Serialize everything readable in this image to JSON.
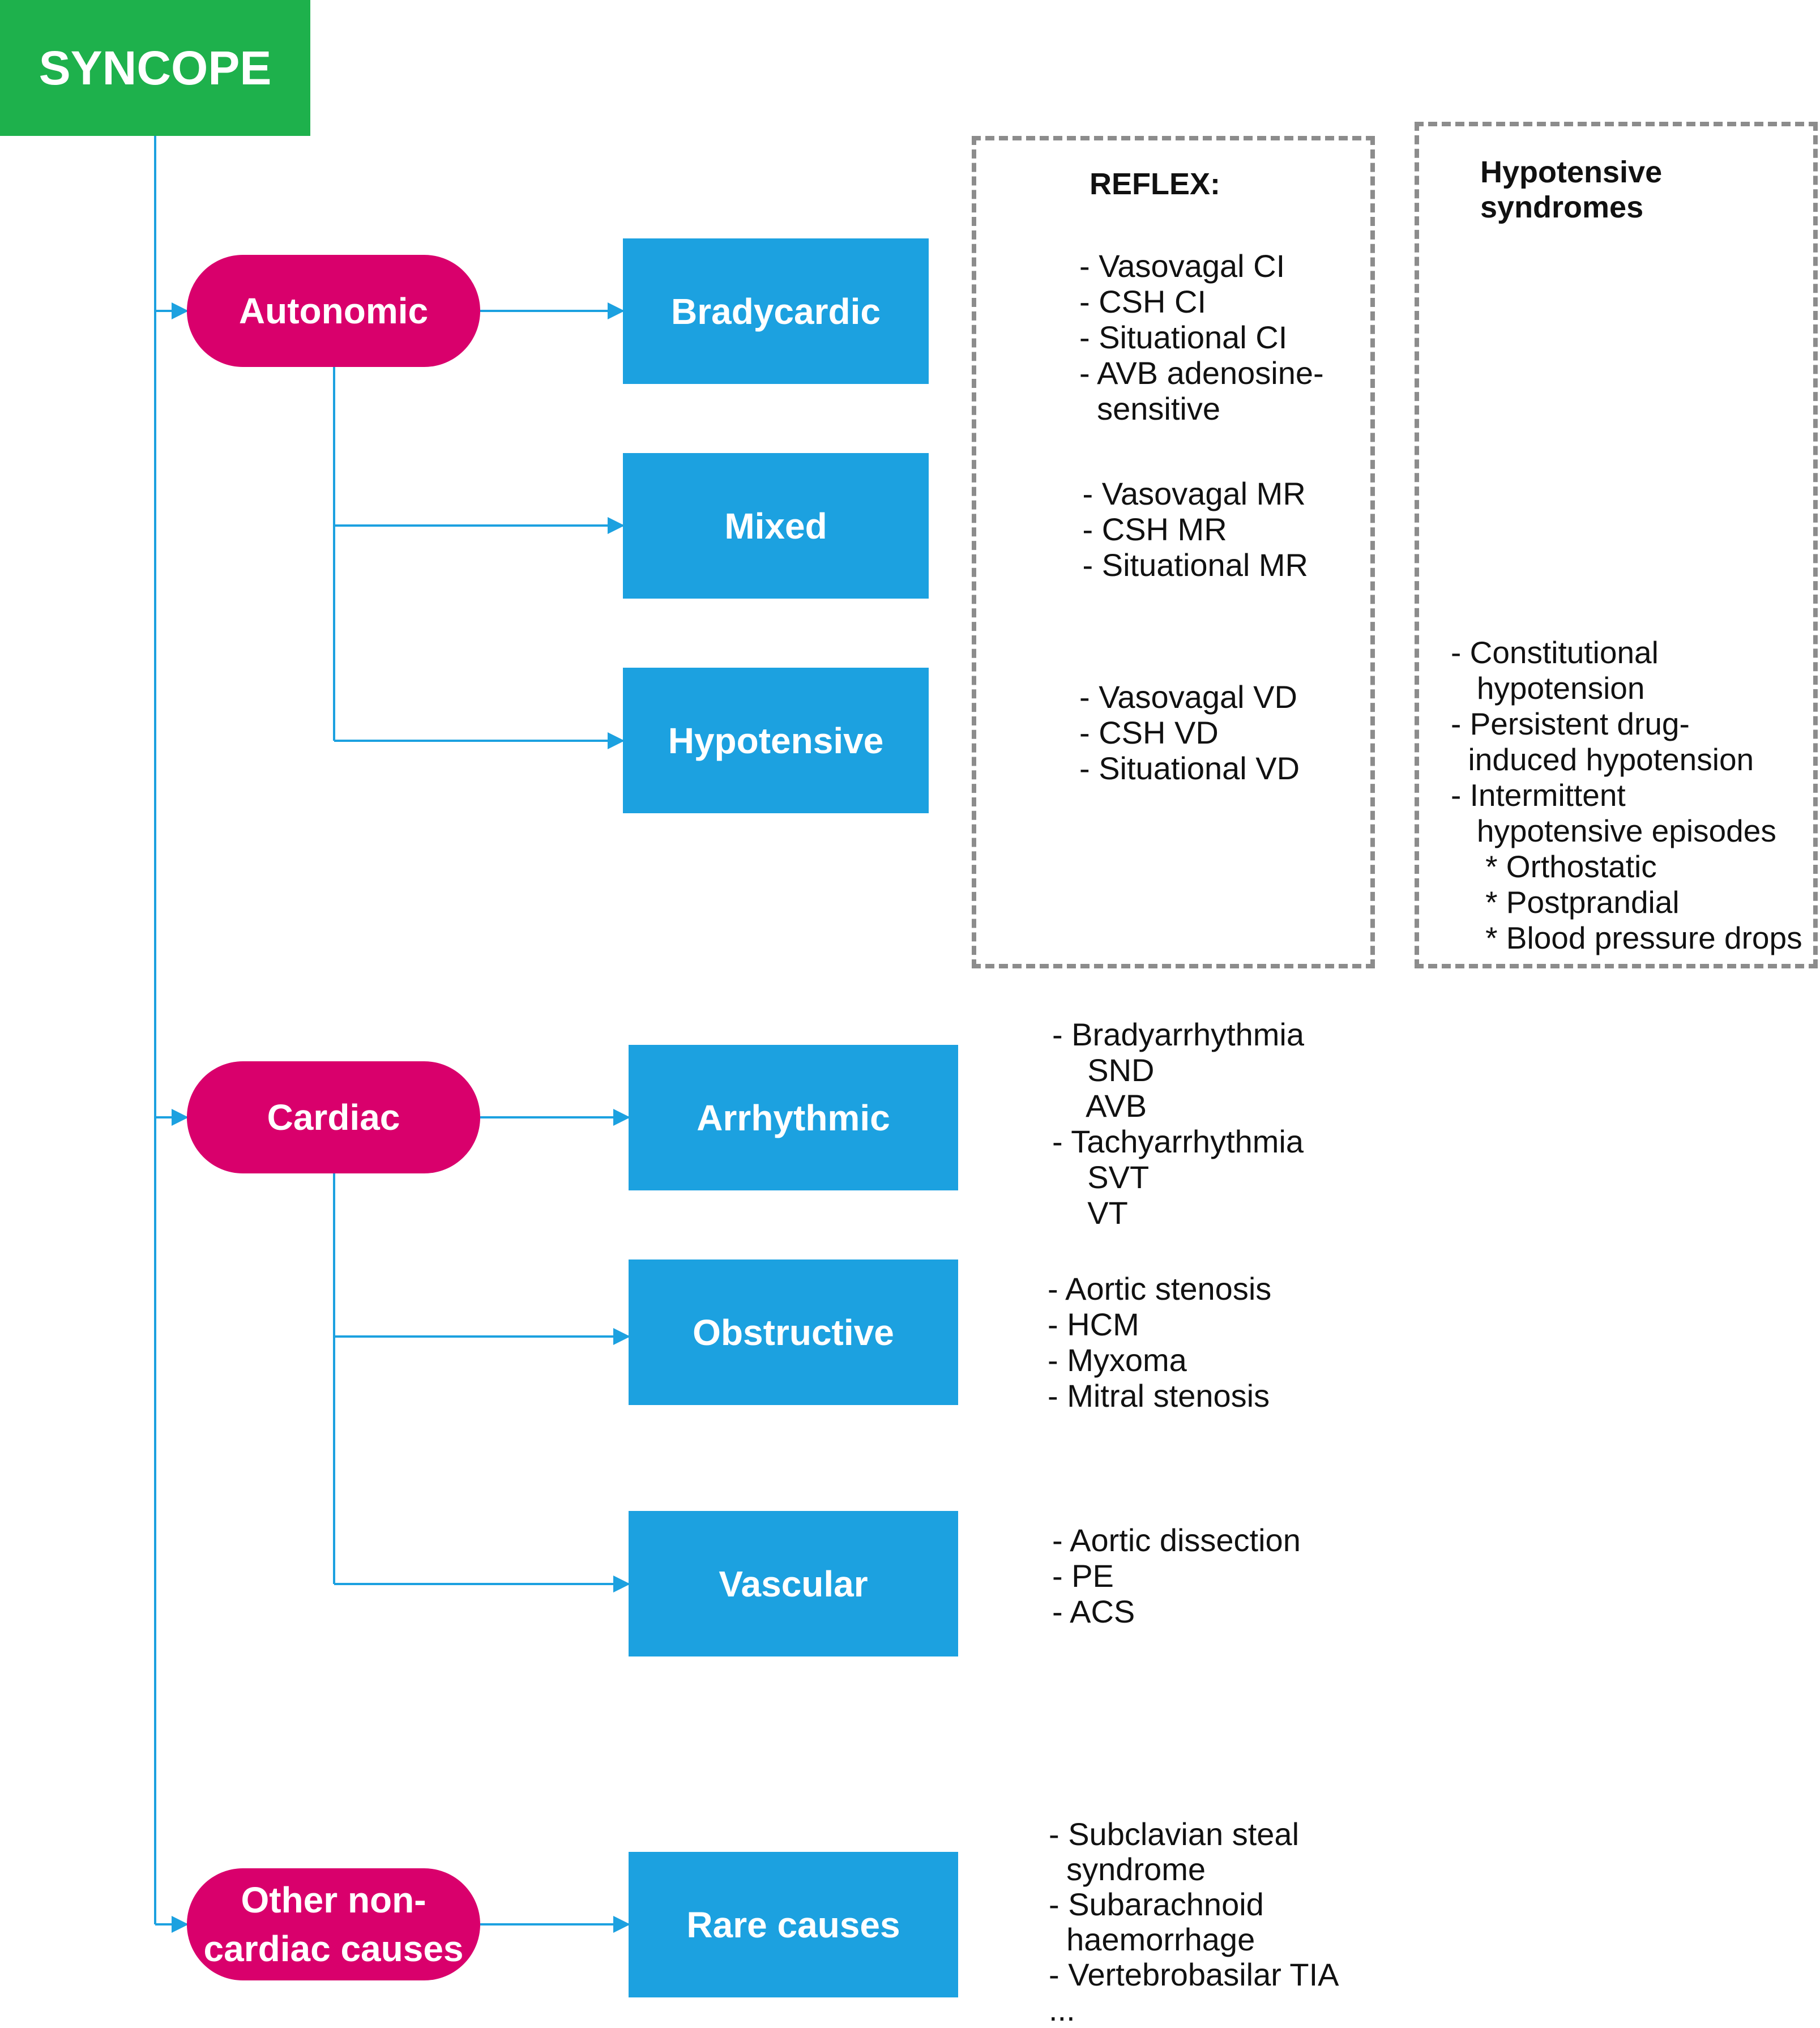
{
  "root": {
    "label": "SYNCOPE"
  },
  "categories": {
    "autonomic": {
      "label": "Autonomic"
    },
    "cardiac": {
      "label": "Cardiac"
    },
    "other": {
      "label": "Other non-\ncardiac causes"
    }
  },
  "subtypes": {
    "bradycardic": "Bradycardic",
    "mixed": "Mixed",
    "hypotensive": "Hypotensive",
    "arrhythmic": "Arrhythmic",
    "obstructive": "Obstructive",
    "vascular": "Vascular",
    "rare": "Rare causes"
  },
  "reflex_panel": {
    "title": "REFLEX:",
    "bradycardic_items": "- Vasovagal CI\n- CSH CI\n- Situational CI\n- AVB adenosine-\n  sensitive",
    "mixed_items": " - Vasovagal MR\n - CSH MR\n - Situational MR",
    "hypotensive_items": "- Vasovagal VD\n- CSH VD\n- Situational VD"
  },
  "hypotensive_panel": {
    "title": "Hypotensive\nsyndromes",
    "items": "- Constitutional\n   hypotension\n- Persistent drug-\n  induced hypotension\n- Intermittent\n   hypotensive episodes\n    * Orthostatic\n    * Postprandial\n    * Blood pressure drops"
  },
  "details": {
    "arrhythmic": "- Bradyarrhythmia\n    SND\n    AVB\n- Tachyarrhythmia\n    SVT\n    VT",
    "obstructive": "- Aortic stenosis\n- HCM\n- Myxoma\n- Mitral stenosis",
    "vascular": "- Aortic dissection\n- PE\n- ACS",
    "rare": "- Subclavian steal\n  syndrome\n- Subarachnoid\n  haemorrhage\n- Vertebrobasilar TIA\n..."
  },
  "colors": {
    "root": "#1eb14c",
    "category": "#d9006c",
    "subtype": "#1ca1e0",
    "connector": "#1ca1e0",
    "dashed_border": "#8c8c8c"
  }
}
